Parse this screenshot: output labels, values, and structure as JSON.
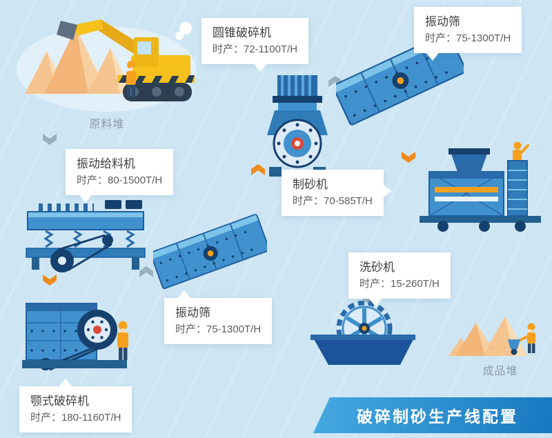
{
  "banner": {
    "title": "破碎制砂生产线配置"
  },
  "scene_labels": {
    "raw_pile": "原料堆",
    "finished_pile": "成品堆"
  },
  "callouts": {
    "vibrating_feeder": {
      "title": "振动给料机",
      "capacity": "时产：80-1500T/H"
    },
    "jaw_crusher": {
      "title": "颚式破碎机",
      "capacity": "时产：180-1160T/H"
    },
    "vibrating_screen_mid": {
      "title": "振动筛",
      "capacity": "时产：75-1300T/H"
    },
    "cone_crusher": {
      "title": "圆锥破碎机",
      "capacity": "时产：72-1100T/H"
    },
    "vibrating_screen_top": {
      "title": "振动筛",
      "capacity": "时产：75-1300T/H"
    },
    "sand_maker": {
      "title": "制砂机",
      "capacity": "时产：70-585T/H"
    },
    "sand_washer": {
      "title": "洗砂机",
      "capacity": "时产：15-260T/H"
    }
  },
  "colors": {
    "background": "#cee6f4",
    "machine_blue": "#4191ce",
    "machine_dark_blue": "#16406e",
    "accent_orange": "#f7a01d",
    "arrow_gray": "#9ab0c0",
    "banner_blue": "#1f8ccf",
    "sand": "#f5bd82"
  }
}
